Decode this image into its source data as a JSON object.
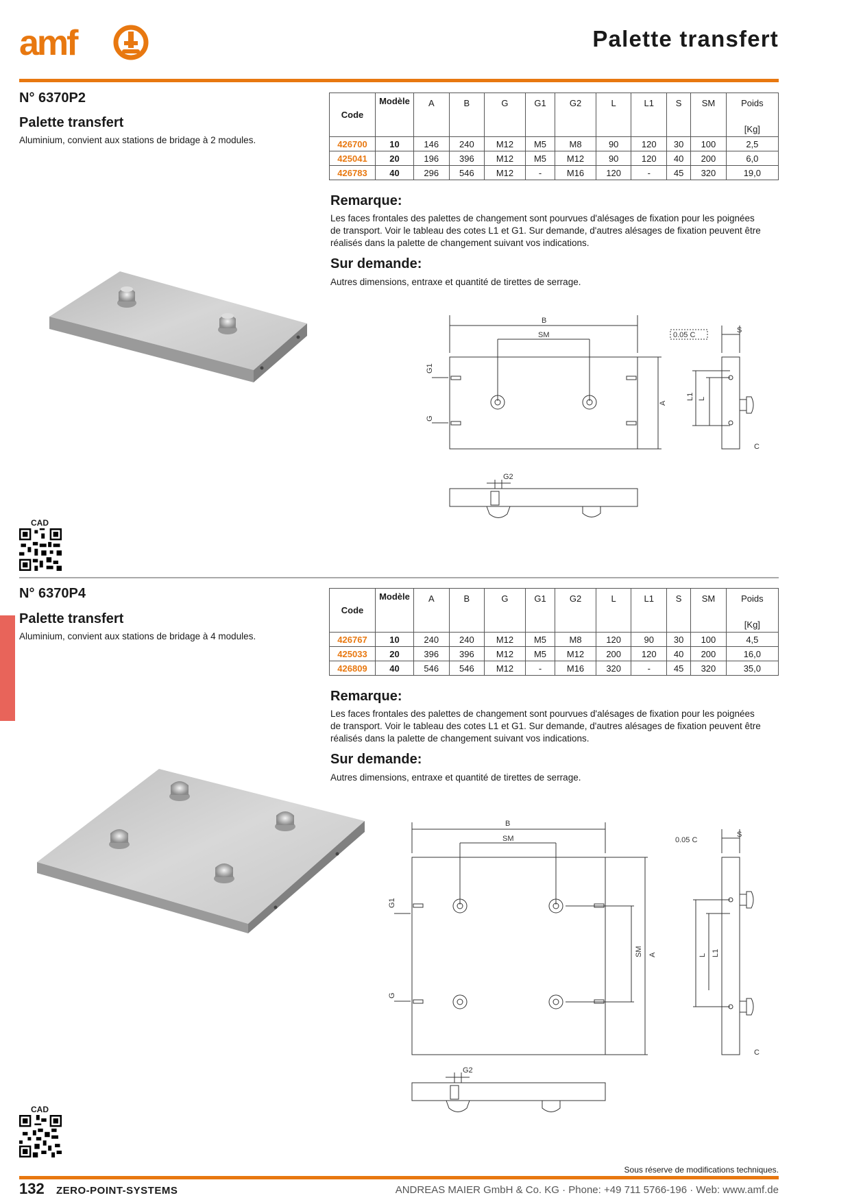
{
  "header": {
    "logo_text": "amf",
    "page_title": "Palette transfert"
  },
  "products": [
    {
      "number": "N° 6370P2",
      "name": "Palette transfert",
      "description": "Aluminium, convient aux stations de bridage à 2 modules.",
      "table": {
        "headers": [
          "Code",
          "Modèle",
          "A",
          "B",
          "G",
          "G1",
          "G2",
          "L",
          "L1",
          "S",
          "SM",
          "Poids"
        ],
        "weight_unit": "[Kg]",
        "rows": [
          [
            "426700",
            "10",
            "146",
            "240",
            "M12",
            "M5",
            "M8",
            "90",
            "120",
            "30",
            "100",
            "2,5"
          ],
          [
            "425041",
            "20",
            "196",
            "396",
            "M12",
            "M5",
            "M12",
            "90",
            "120",
            "40",
            "200",
            "6,0"
          ],
          [
            "426783",
            "40",
            "296",
            "546",
            "M12",
            "-",
            "M16",
            "120",
            "-",
            "45",
            "320",
            "19,0"
          ]
        ]
      },
      "remarque_title": "Remarque:",
      "remarque_text": "Les faces frontales des palettes de changement sont pourvues d'alésages de fixation pour les poignées de transport. Voir le tableau des cotes L1 et G1. Sur demande, d'autres alésages de fixation peuvent être réalisés dans la palette de changement suivant vos indications.",
      "sur_demande_title": "Sur demande:",
      "sur_demande_text": "Autres dimensions, entraxe et quantité de tirettes de serrage.",
      "cad_label": "CAD"
    },
    {
      "number": "N° 6370P4",
      "name": "Palette transfert",
      "description": "Aluminium, convient aux stations de bridage à 4 modules.",
      "table": {
        "headers": [
          "Code",
          "Modèle",
          "A",
          "B",
          "G",
          "G1",
          "G2",
          "L",
          "L1",
          "S",
          "SM",
          "Poids"
        ],
        "weight_unit": "[Kg]",
        "rows": [
          [
            "426767",
            "10",
            "240",
            "240",
            "M12",
            "M5",
            "M8",
            "120",
            "90",
            "30",
            "100",
            "4,5"
          ],
          [
            "425033",
            "20",
            "396",
            "396",
            "M12",
            "M5",
            "M12",
            "200",
            "120",
            "40",
            "200",
            "16,0"
          ],
          [
            "426809",
            "40",
            "546",
            "546",
            "M12",
            "-",
            "M16",
            "320",
            "-",
            "45",
            "320",
            "35,0"
          ]
        ]
      },
      "remarque_title": "Remarque:",
      "remarque_text": "Les faces frontales des palettes de changement sont pourvues d'alésages de fixation pour les poignées de transport. Voir le tableau des cotes L1 et G1. Sur demande, d'autres alésages de fixation peuvent être réalisés dans la palette de changement suivant vos indications.",
      "sur_demande_title": "Sur demande:",
      "sur_demande_text": "Autres dimensions, entraxe et quantité de tirettes de serrage.",
      "cad_label": "CAD"
    }
  ],
  "drawing_labels": {
    "B": "B",
    "SM": "SM",
    "A": "A",
    "G": "G",
    "G1": "G1",
    "G2": "G2",
    "L": "L",
    "L1": "L1",
    "S": "S",
    "tolerance": "0.05 C",
    "C": "C"
  },
  "footer": {
    "note": "Sous réserve de modifications techniques.",
    "page_number": "132",
    "section_name": "ZERO-POINT-SYSTEMS",
    "company": "ANDREAS MAIER GmbH & Co. KG · Phone: +49 711 5766-196 · Web: www.amf.de"
  },
  "colors": {
    "accent": "#e87810",
    "side_tab": "#e8645a"
  }
}
